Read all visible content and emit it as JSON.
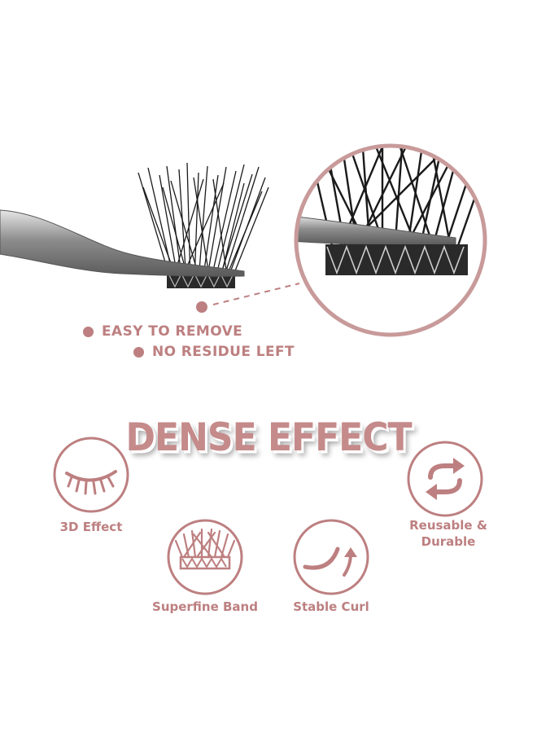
{
  "callouts": {
    "items": [
      "EASY TO REMOVE",
      "NO RESIDUE LEFT"
    ]
  },
  "headline": "DENSE EFFECT",
  "features": [
    {
      "label": "3D Effect",
      "icon": "closed-eye-lash-icon"
    },
    {
      "label": "Superfine Band",
      "icon": "lash-band-icon"
    },
    {
      "label": "Stable Curl",
      "icon": "curl-arrow-icon"
    },
    {
      "label_line1": "Reusable &",
      "label_line2": "Durable",
      "icon": "reuse-arrows-icon"
    }
  ],
  "colors": {
    "accent": "#bd7f80",
    "headline": "#c58a8a",
    "lash": "#1a1a1a",
    "tweezer": "#9a9a9a"
  }
}
